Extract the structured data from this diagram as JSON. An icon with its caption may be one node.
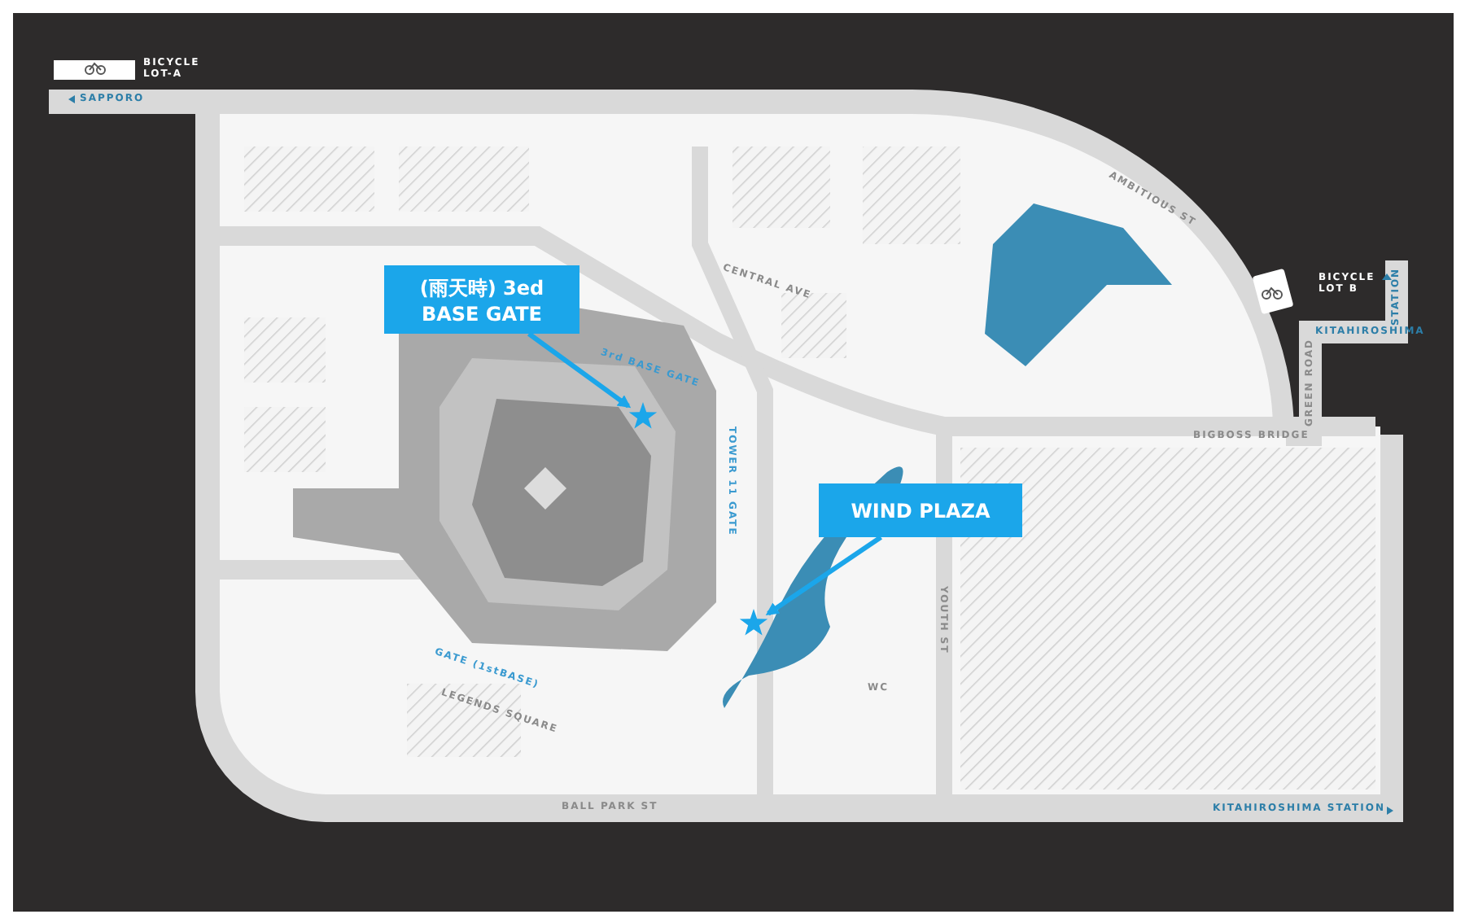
{
  "diagram": {
    "nodes": [
      {
        "text": [
          "(雨天時) 3ed BASE GATE"
        ]
      },
      {
        "text": [],
        "shape": "star"
      },
      {
        "text": [
          "WIND PLAZA"
        ]
      },
      {
        "text": [],
        "shape": "star"
      }
    ],
    "edges": [
      {
        "from": 0,
        "to": 1,
        "arrow": "to"
      },
      {
        "from": 2,
        "to": 3,
        "arrow": "to"
      }
    ],
    "labels": [
      "BICYCLE LOT-A",
      "SAPPORO",
      "AMBITIOUS ST",
      "CENTRAL AVE",
      "3rd BASE GATE",
      "TOWER 11 GATE",
      "GATE (1stBASE)",
      "LEGENDS SQUARE",
      "BICYCLE LOT B",
      "KITAHIROSHIMA",
      "STATION",
      "GREEN ROAD",
      "BIGBOSS BRIDGE",
      "YOUTH ST",
      "WC",
      "BALL PARK ST",
      "KITAHIROSHIMA STATION"
    ]
  }
}
